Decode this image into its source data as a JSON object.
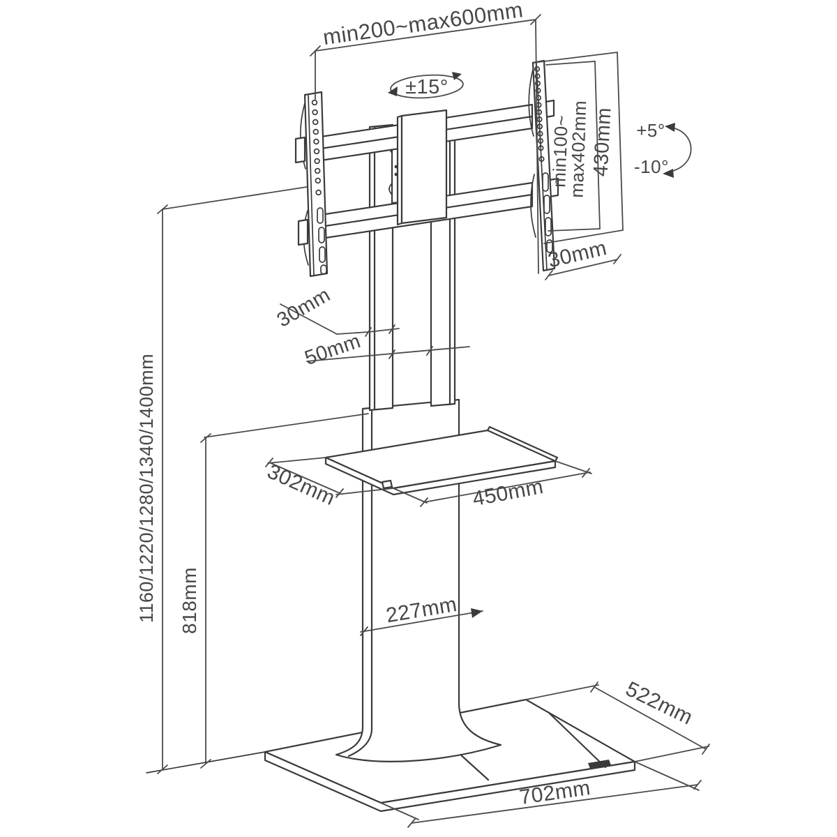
{
  "colors": {
    "line": "#3a3a3a",
    "text": "#474747",
    "background": "#ffffff"
  },
  "dims": {
    "bracket_width_range": "min200~max600mm",
    "swivel": "±15°",
    "vesa_line1": "min100~",
    "vesa_line2": "max402mm",
    "bracket_height": "430mm",
    "tilt_up": "+5°",
    "tilt_down": "-10°",
    "bracket_depth": "30mm",
    "slat_width": "30mm",
    "slat_gap": "50mm",
    "shelf_depth": "302mm",
    "shelf_width": "450mm",
    "column_width": "227mm",
    "heights": "1160/1220/1280/1340/1400mm",
    "shelf_height": "818mm",
    "base_depth": "522mm",
    "base_width": "702mm"
  }
}
